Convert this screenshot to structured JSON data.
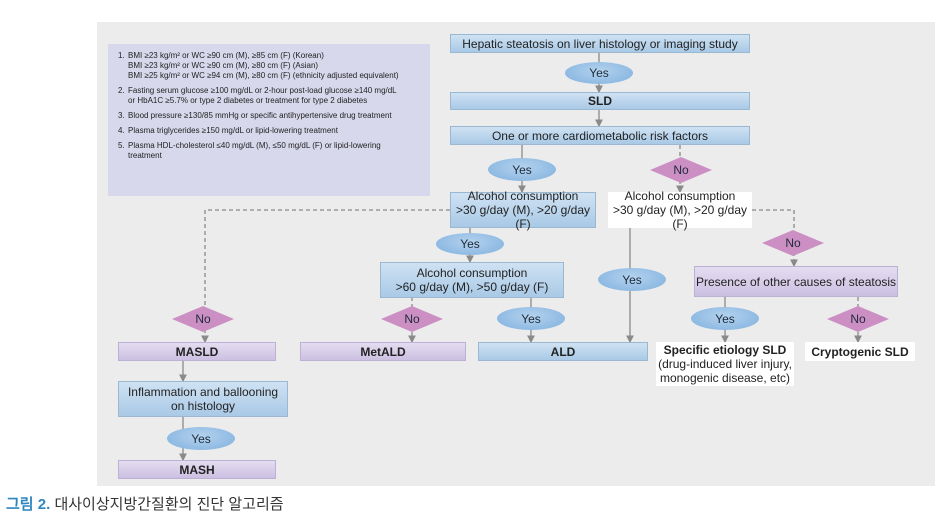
{
  "criteria": [
    {
      "num": "1.",
      "lines": [
        "BMI ≥23 kg/m² or WC ≥90 cm (M), ≥85 cm (F) (Korean)",
        "BMI ≥23 kg/m² or WC ≥90 cm (M), ≥80 cm (F) (Asian)",
        "BMI ≥25 kg/m² or WC ≥94 cm (M), ≥80 cm (F) (ethnicity adjusted equivalent)"
      ]
    },
    {
      "num": "2.",
      "lines": [
        "Fasting serum glucose ≥100 mg/dL or 2-hour post-load glucose ≥140 mg/dL",
        "or HbA1C ≥5.7% or type 2 diabetes or treatment for type 2 diabetes"
      ]
    },
    {
      "num": "3.",
      "lines": [
        "Blood pressure ≥130/85 mmHg or specific antihypertensive drug treatment"
      ]
    },
    {
      "num": "4.",
      "lines": [
        "Plasma triglycerides ≥150 mg/dL or lipid-lowering treatment"
      ]
    },
    {
      "num": "5.",
      "lines": [
        "Plasma HDL-cholesterol ≤40 mg/dL (M), ≤50 mg/dL (F) or lipid-lowering",
        "treatment"
      ]
    }
  ],
  "nodes": {
    "hepatic_steatosis": "Hepatic steatosis on liver histology or imaging study",
    "sld": "SLD",
    "risk_factors": "One or more cardiometabolic risk factors",
    "alcohol_left_line1": "Alcohol consumption",
    "alcohol_left_line2": ">30 g/day (M), >20 g/day (F)",
    "alcohol_right_line1": "Alcohol consumption",
    "alcohol_right_line2": ">30 g/day (M), >20 g/day (F)",
    "alcohol_high_line1": "Alcohol consumption",
    "alcohol_high_line2": ">60 g/day (M), >50 g/day (F)",
    "other_causes": "Presence of other causes of steatosis",
    "masld": "MASLD",
    "metald": "MetALD",
    "ald": "ALD",
    "specific_line1": "Specific etiology SLD",
    "specific_line2": "(drug-induced liver injury,",
    "specific_line3": "monogenic disease, etc)",
    "cryptogenic": "Cryptogenic SLD",
    "inflammation_line1": "Inflammation and ballooning",
    "inflammation_line2": "on histology",
    "mash": "MASH"
  },
  "decisions": {
    "yes": "Yes",
    "no": "No"
  },
  "caption": {
    "figure": "그림 2.",
    "text": " 대사이상지방간질환의 진단 알고리즘"
  },
  "colors": {
    "panel": "#ececec",
    "blue_box": "#bcd6ee",
    "lavender_box": "#d9d0ea",
    "criteria_box": "#d8d8ec",
    "yes_oval": "#8fbde6",
    "no_diamond": "#cc8fc4",
    "arrow": "#8a8a8a",
    "caption_accent": "#2e86c1"
  }
}
